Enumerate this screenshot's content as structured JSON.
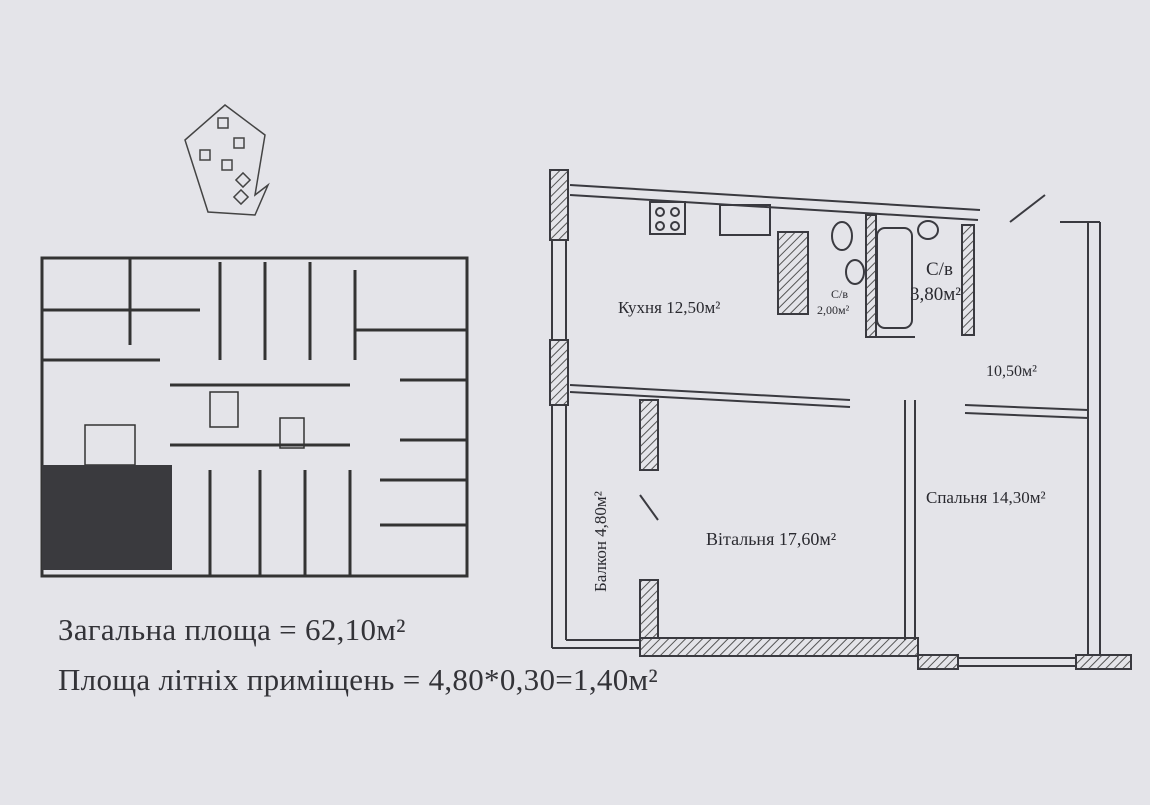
{
  "rooms": {
    "kitchen": "Кухня 12,50м²",
    "wc_small_name": "С/в",
    "wc_small_area": "2,00м²",
    "wc_large_name": "С/в",
    "wc_large_area": "3,80м²",
    "hall_area": "10,50м²",
    "bedroom": "Спальня 14,30м²",
    "living": "Вітальня 17,60м²",
    "balcony": "Балкон 4,80м²"
  },
  "totals": {
    "total_area": "Загальна площа = 62,10м²",
    "summer_area": "Площа літніх приміщень = 4,80*0,30=1,40м²"
  }
}
